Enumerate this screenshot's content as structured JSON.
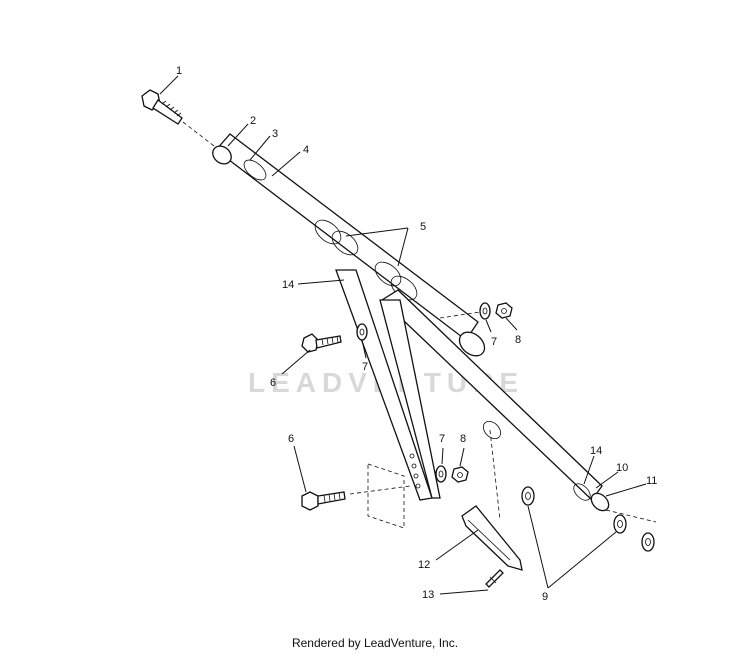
{
  "watermark": "LEADVENTURE",
  "footer": "Rendered by LeadVenture, Inc.",
  "callouts": {
    "c1": "1",
    "c2": "2",
    "c3": "3",
    "c4": "4",
    "c5": "5",
    "c14a": "14",
    "c6a": "6",
    "c7a": "7",
    "c7b": "7",
    "c8a": "8",
    "c7c": "7",
    "c8b": "8",
    "c6b": "6",
    "c14b": "14",
    "c10": "10",
    "c11": "11",
    "c12": "12",
    "c13": "13",
    "c9": "9"
  }
}
